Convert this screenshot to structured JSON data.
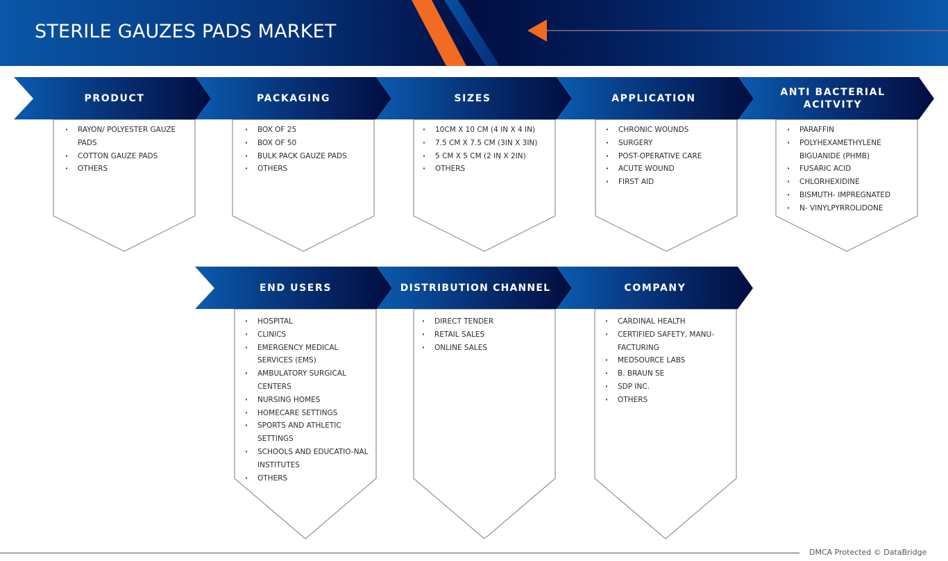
{
  "header": {
    "title": "STERILE GAUZES PADS MARKET",
    "accent_color": "#f26b21",
    "primary_color": "#0a56a8",
    "dark_color": "#020f45"
  },
  "segments": [
    {
      "title": "PRODUCT",
      "items": [
        "RAYON/ POLYESTER GAUZE PADS",
        "COTTON GAUZE PADS",
        "OTHERS"
      ]
    },
    {
      "title": "PACKAGING",
      "items": [
        "BOX OF 25",
        "BOX OF 50",
        "BULK PACK GAUZE PADS",
        "OTHERS"
      ]
    },
    {
      "title": "SIZES",
      "items": [
        "10CM X 10 CM (4 IN X 4 IN)",
        "7.5 CM X 7.5 CM (3IN X 3IN)",
        "5 CM X 5 CM (2 IN X 2IN)",
        "OTHERS"
      ]
    },
    {
      "title": "APPLICATION",
      "items": [
        "CHRONIC WOUNDS",
        "SURGERY",
        "POST-OPERATIVE CARE",
        "ACUTE WOUND",
        "FIRST AID"
      ]
    },
    {
      "title": "ANTI BACTERIAL ACITVITY",
      "items": [
        "PARAFFIN",
        "POLYHEXAMETHYLENE BIGUANIDE (PHMB)",
        "FUSARIC ACID",
        "CHLORHEXIDINE",
        "BISMUTH- IMPREGNATED",
        "N- VINYLPYRROLIDONE"
      ]
    },
    {
      "title": "END USERS",
      "items": [
        "HOSPITAL",
        "CLINICS",
        "EMERGENCY MEDICAL SERVICES (EMS)",
        "AMBULATORY SURGICAL CENTERS",
        "NURSING HOMES",
        "HOMECARE SETTINGS",
        "SPORTS AND ATHLETIC SETTINGS",
        "SCHOOLS AND EDUCATIO-NAL INSTITUTES",
        "OTHERS"
      ]
    },
    {
      "title": "DISTRIBUTION CHANNEL",
      "items": [
        "DIRECT TENDER",
        "RETAIL SALES",
        "ONLINE SALES"
      ]
    },
    {
      "title": "COMPANY",
      "items": [
        "CARDINAL HEALTH",
        "CERTIFIED SAFETY, MANU-FACTURING",
        "MEDSOURCE LABS",
        "B. BRAUN SE",
        "SDP INC.",
        "OTHERS"
      ]
    }
  ],
  "footer": {
    "text": "DMCA Protected © DataBridge"
  }
}
